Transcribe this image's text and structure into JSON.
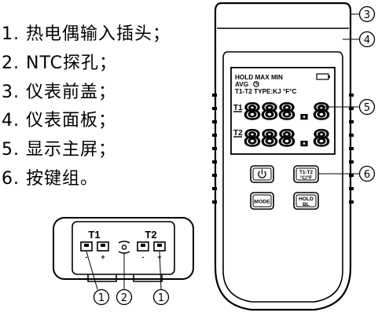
{
  "legend": [
    "1. 热电偶输入插头；",
    "2. NTC探孔；",
    "3. 仪表前盖；",
    "4. 仪表面板；",
    "5. 显示主屏；",
    "6. 按键组。"
  ],
  "lcd": {
    "row1": "HOLD MAX MIN",
    "avg": "AVG",
    "type_row": "T1-T2 TYPE:KJ °F°C",
    "t1": "T1",
    "t2": "T2",
    "digits_top": "888.8",
    "digits_bottom": "888.8"
  },
  "keys": {
    "mode": "MODE",
    "t1t2_line1": "T1-T2",
    "t1t2_line2": "°C/°F",
    "hold_line1": "HOLD",
    "hold_line2": "BL"
  },
  "callouts": {
    "c3": "3",
    "c4": "4",
    "c5": "5",
    "c6": "6",
    "plug_left": "1",
    "ntc": "2",
    "plug_right": "1"
  },
  "plug": {
    "t1": "T1",
    "t2": "T2",
    "minus": "-",
    "plus": "+"
  }
}
